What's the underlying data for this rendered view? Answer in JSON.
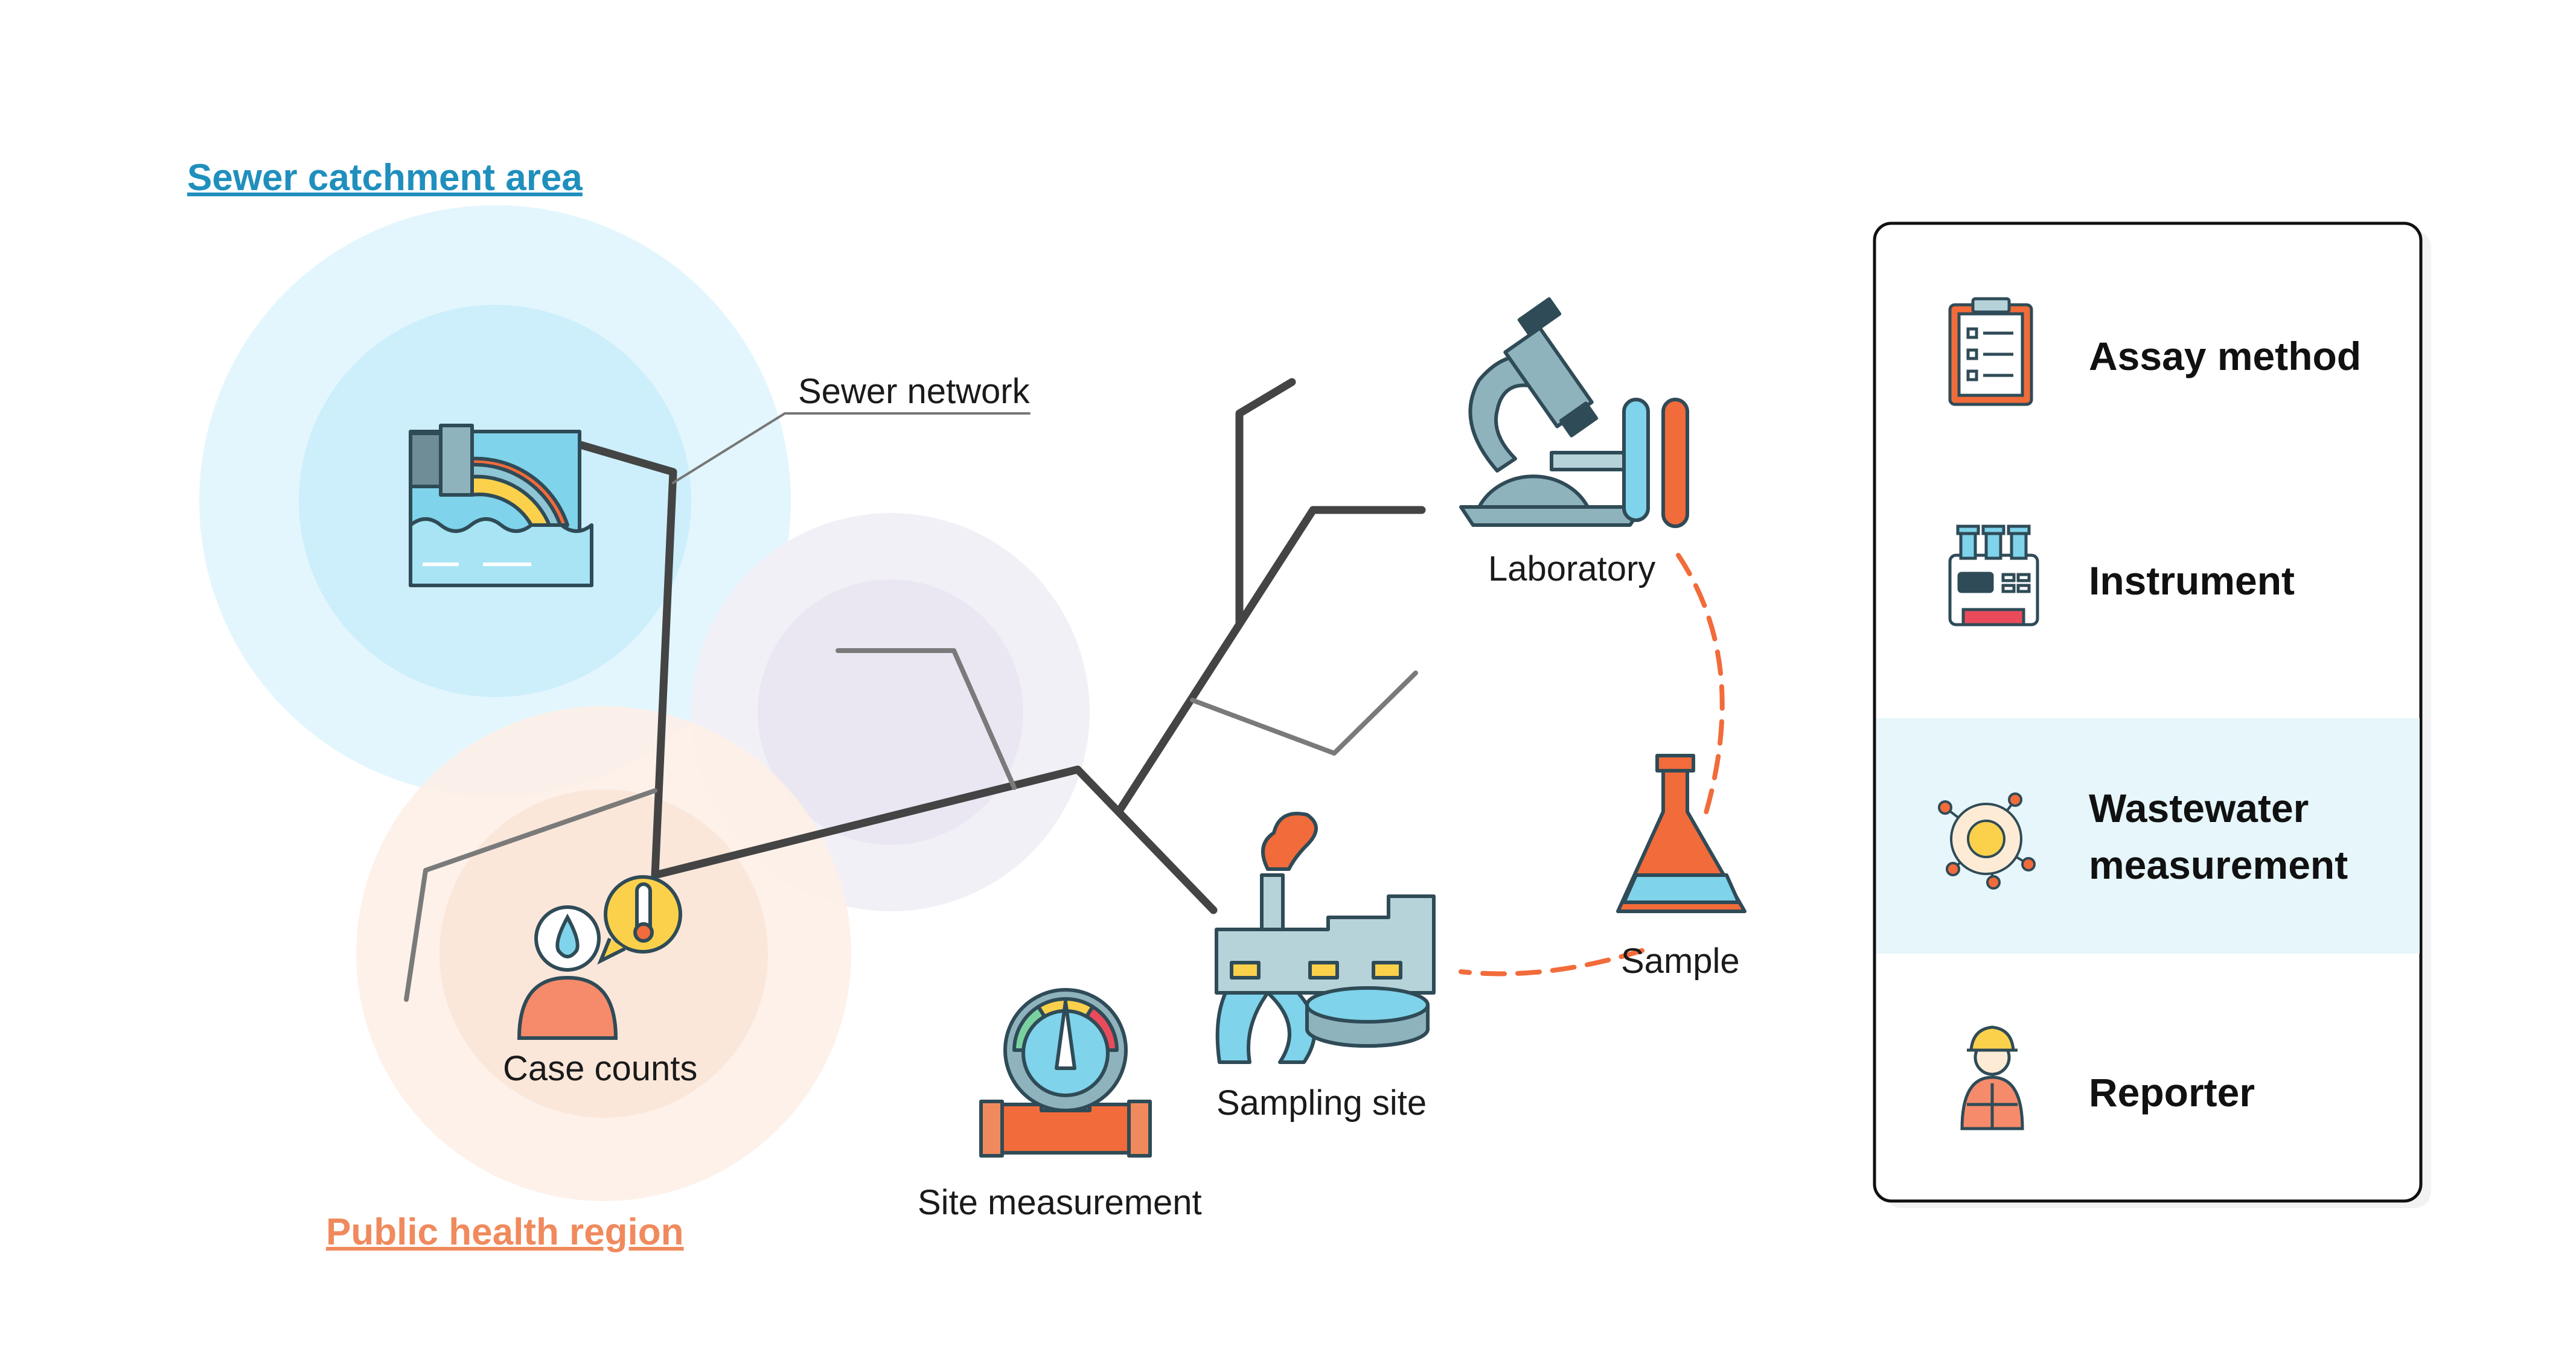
{
  "regions": {
    "sewer_catchment": {
      "title": "Sewer catchment area",
      "color": "#1f8fbd"
    },
    "public_health": {
      "title": "Public health region",
      "color": "#f08a5d"
    }
  },
  "labels": {
    "sewer_network": "Sewer network",
    "laboratory": "Laboratory",
    "sample": "Sample",
    "case_counts": "Case counts",
    "sampling_site": "Sampling site",
    "site_measurement": "Site measurement"
  },
  "legend": {
    "items": [
      {
        "icon": "clipboard-icon",
        "label": "Assay method"
      },
      {
        "icon": "instrument-icon",
        "label": "Instrument"
      },
      {
        "icon": "molecule-icon",
        "label": [
          "Wastewater",
          "measurement"
        ],
        "highlighted": true
      },
      {
        "icon": "worker-icon",
        "label": "Reporter"
      }
    ],
    "highlight_color": "#e6f6fb"
  },
  "colors": {
    "accent_orange": "#f0734e",
    "dashed_path": "#f26b3a",
    "sewer_line": "#444444",
    "branch_line": "#7a7a7a",
    "water_blue": "#7fd3ea",
    "equipment_gray": "#8fb3bd"
  }
}
